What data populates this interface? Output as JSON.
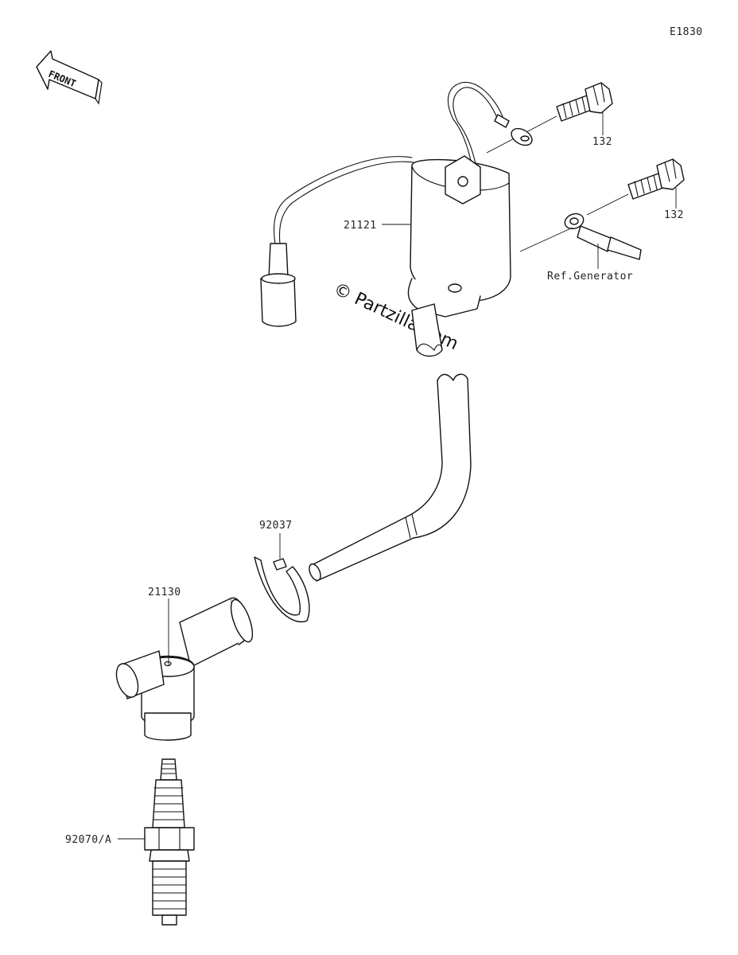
{
  "diagram_code": "E1830",
  "front_label": "FRONT",
  "watermark": "© Partzilla.com",
  "callouts": {
    "bolt_upper": "132",
    "bolt_lower": "132",
    "ignition_coil": "21121",
    "ref_generator": "Ref.Generator",
    "clamp": "92037",
    "plug_cap": "21130",
    "spark_plug": "92070/A"
  }
}
